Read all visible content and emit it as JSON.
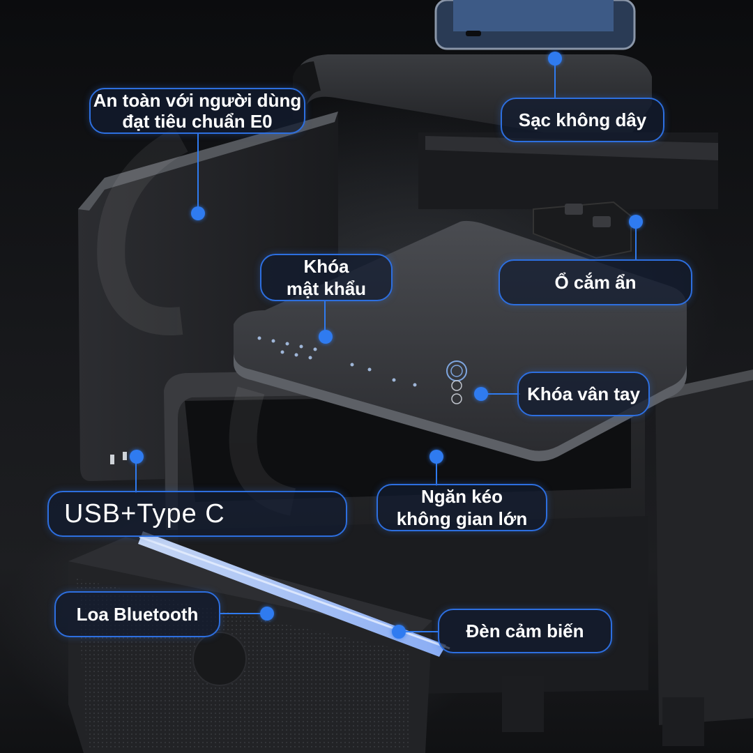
{
  "features": {
    "safety": {
      "line1": "An toàn với người dùng",
      "line2": "đạt tiêu chuẩn E0"
    },
    "wireless_charging": {
      "label": "Sạc không dây"
    },
    "password_lock": {
      "line1": "Khóa",
      "line2": "mật khẩu"
    },
    "hidden_socket": {
      "label": "Ổ cắm ẩn"
    },
    "fingerprint_lock": {
      "label": "Khóa vân tay"
    },
    "usb_typec": {
      "label": "USB+Type C"
    },
    "drawer": {
      "line1": "Ngăn kéo",
      "line2": "không gian lớn"
    },
    "bluetooth_speaker": {
      "label": "Loa Bluetooth"
    },
    "sensor_light": {
      "label": "Đèn cảm biến"
    }
  },
  "colors": {
    "accent": "#2f7bf0",
    "callout_border": "#2d6fe0",
    "text": "#ffffff"
  }
}
